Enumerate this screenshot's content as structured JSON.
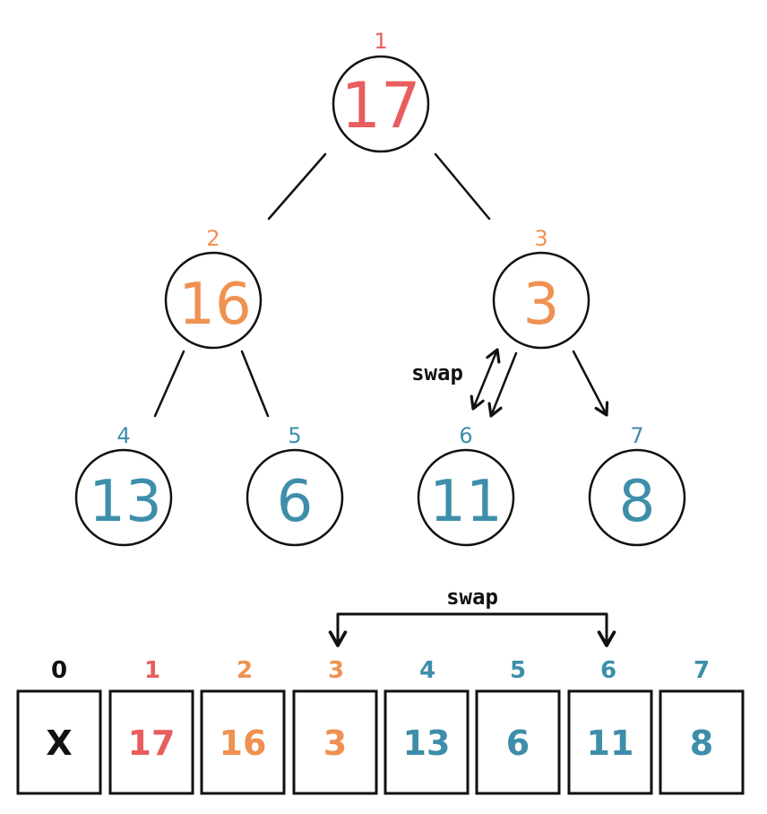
{
  "colors": {
    "level1": "#e85d5d",
    "level2": "#ef9150",
    "level3": "#3e8eaa",
    "ink": "#111111"
  },
  "tree": {
    "nodes": [
      {
        "index": "1",
        "value": "17",
        "level": 1
      },
      {
        "index": "2",
        "value": "16",
        "level": 2
      },
      {
        "index": "3",
        "value": "3",
        "level": 2
      },
      {
        "index": "4",
        "value": "13",
        "level": 3
      },
      {
        "index": "5",
        "value": "6",
        "level": 3
      },
      {
        "index": "6",
        "value": "11",
        "level": 3
      },
      {
        "index": "7",
        "value": "8",
        "level": 3
      }
    ],
    "swap_label": "swap"
  },
  "array": {
    "cells": [
      {
        "index": "0",
        "value": "X",
        "level": 0
      },
      {
        "index": "1",
        "value": "17",
        "level": 1
      },
      {
        "index": "2",
        "value": "16",
        "level": 2
      },
      {
        "index": "3",
        "value": "3",
        "level": 2
      },
      {
        "index": "4",
        "value": "13",
        "level": 3
      },
      {
        "index": "5",
        "value": "6",
        "level": 3
      },
      {
        "index": "6",
        "value": "11",
        "level": 3
      },
      {
        "index": "7",
        "value": "8",
        "level": 3
      }
    ],
    "swap_label": "swap"
  }
}
